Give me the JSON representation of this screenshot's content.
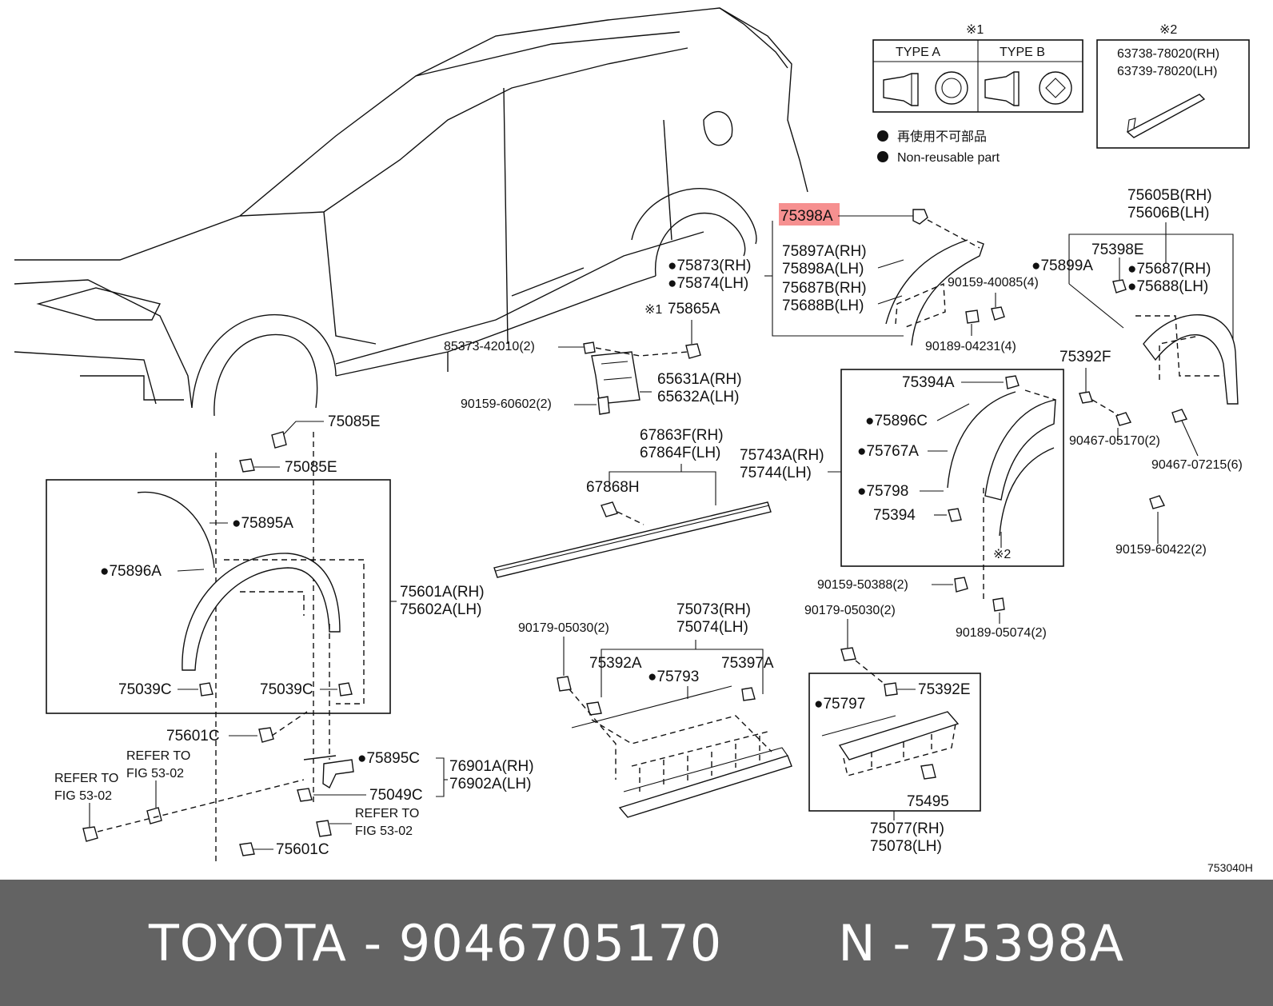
{
  "diagram": {
    "highlight_part": "75398A",
    "type_table": {
      "note_mark": "※1",
      "type_a": "TYPE  A",
      "type_b": "TYPE  B"
    },
    "note2": {
      "mark": "※2",
      "line1": "63738-78020(RH)",
      "line2": "63739-78020(LH)"
    },
    "legend": {
      "line1": "再使用不可部品",
      "line2": "Non-reusable part"
    },
    "labels": {
      "p75398A": "75398A",
      "p75873": "●75873(RH)",
      "p75874": "●75874(LH)",
      "p75897A": "75897A(RH)",
      "p75898A": "75898A(LH)",
      "p75687B": "75687B(RH)",
      "p75688B": "75688B(LH)",
      "p75605B": "75605B(RH)",
      "p75606B": "75606B(LH)",
      "p75398E": "75398E",
      "p75899A": "●75899A",
      "p75687": "●75687(RH)",
      "p75688": "●75688(LH)",
      "p90159_40085": "90159-40085(4)",
      "p90189_04231": "90189-04231(4)",
      "p75865A_mark": "※1",
      "p75865A": "75865A",
      "p85373": "85373-42010(2)",
      "p65631A": "65631A(RH)",
      "p65632A": "65632A(LH)",
      "p90159_60602": "90159-60602(2)",
      "p75394A": "75394A",
      "p75896C": "●75896C",
      "p75767A": "●75767A",
      "p75798": "●75798",
      "p75394": "75394",
      "p75743A": "75743A(RH)",
      "p75744": "75744(LH)",
      "p75392F": "75392F",
      "p90467_05170": "90467-05170(2)",
      "p90467_07215": "90467-07215(6)",
      "p90159_60422": "90159-60422(2)",
      "p75085E_1": "75085E",
      "p75085E_2": "75085E",
      "p75895A": "●75895A",
      "p75896A": "●75896A",
      "p75601A": "75601A(RH)",
      "p75602A": "75602A(LH)",
      "p75039C_1": "75039C",
      "p75039C_2": "75039C",
      "p67863F": "67863F(RH)",
      "p67864F": "67864F(LH)",
      "p67868H": "67868H",
      "p90159_50388": "90159-50388(2)",
      "p90189_05074": "90189-05074(2)",
      "p90179_05030_1": "90179-05030(2)",
      "p90179_05030_2": "90179-05030(2)",
      "p75073": "75073(RH)",
      "p75074": "75074(LH)",
      "p75392A": "75392A",
      "p75793": "●75793",
      "p75397A": "75397A",
      "p75797": "●75797",
      "p75392E": "75392E",
      "p75495": "75495",
      "p75077": "75077(RH)",
      "p75078": "75078(LH)",
      "p75601C_1": "75601C",
      "p75601C_2": "75601C",
      "p75895C": "●75895C",
      "p76901A": "76901A(RH)",
      "p76902A": "76902A(LH)",
      "p75049C": "75049C",
      "refer1_a": "REFER TO",
      "refer1_b": "FIG 53-02",
      "refer2_a": "REFER TO",
      "refer2_b": "FIG 53-02",
      "refer3_a": "REFER TO",
      "refer3_b": "FIG 53-02",
      "note2_mark_small": "※2",
      "drawing_code": "753040H"
    }
  },
  "footer": {
    "brand": "TOYOTA",
    "separator": " - ",
    "part_number": "9046705170",
    "gap": "       ",
    "ref_prefix": "N",
    "ref_part": "75398A"
  }
}
